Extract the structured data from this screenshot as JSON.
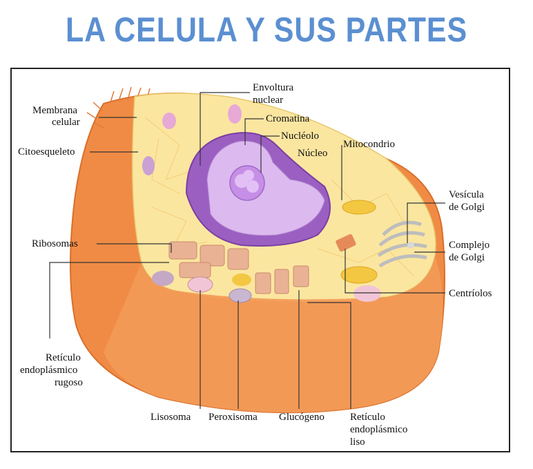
{
  "title": "LA CELULA Y SUS PARTES",
  "colors": {
    "title": "#5b8fd1",
    "cell_outer": "#f08b45",
    "cytoplasm": "#fbe6a0",
    "nucleus": "#b07ad0",
    "nucleolus": "#d6a8ec",
    "reticulum": "#e9b295",
    "mitochondria": "#f4c742",
    "golgi": "#d8d8d8"
  },
  "labels": {
    "membrana": [
      "Membrana",
      "celular"
    ],
    "citoesqueleto": "Citoesqueleto",
    "envoltura": [
      "Envoltura",
      "nuclear"
    ],
    "cromatina": "Cromatina",
    "nucleolo": "Nucléolo",
    "nucleo": "Núcleo",
    "mitocondrio": "Mitocondrio",
    "vesicula": [
      "Vesícula",
      "de Golgi"
    ],
    "complejo": [
      "Complejo",
      "de Golgi"
    ],
    "centriolos": "Centríolos",
    "ribosomas": "Ribosomas",
    "reticulo_rugoso": [
      "Retículo",
      "endoplásmico",
      "rugoso"
    ],
    "lisosoma": "Lisosoma",
    "peroxisoma": "Peroxisoma",
    "glucogeno": "Glucógeno",
    "reticulo_liso": [
      "Retículo",
      "endoplásmico",
      "liso"
    ]
  }
}
